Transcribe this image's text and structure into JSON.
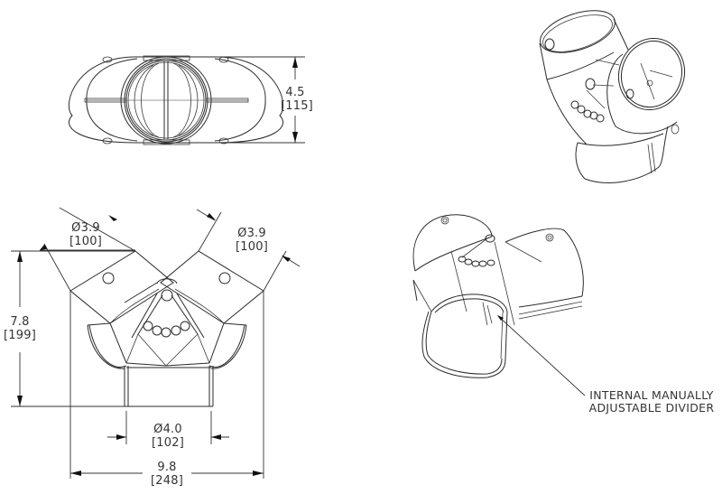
{
  "drawing": {
    "title": "Y-fitting dimensional drawing",
    "units_primary": "in",
    "units_secondary": "mm",
    "views": [
      {
        "name": "top-view"
      },
      {
        "name": "front-view"
      },
      {
        "name": "isometric-view-1"
      },
      {
        "name": "isometric-view-2"
      }
    ]
  },
  "dimensions": {
    "top_height": {
      "value": "4.5",
      "metric": "[115]"
    },
    "left_inlet_dia": {
      "value": "Ø3.9",
      "metric": "[100]"
    },
    "right_inlet_dia": {
      "value": "Ø3.9",
      "metric": "[100]"
    },
    "overall_height": {
      "value": "7.8",
      "metric": "[199]"
    },
    "outlet_dia": {
      "value": "Ø4.0",
      "metric": "[102]"
    },
    "overall_width": {
      "value": "9.8",
      "metric": "[248]"
    }
  },
  "callouts": {
    "divider_line1": "INTERNAL MANUALLY",
    "divider_line2": "ADJUSTABLE DIVIDER"
  }
}
